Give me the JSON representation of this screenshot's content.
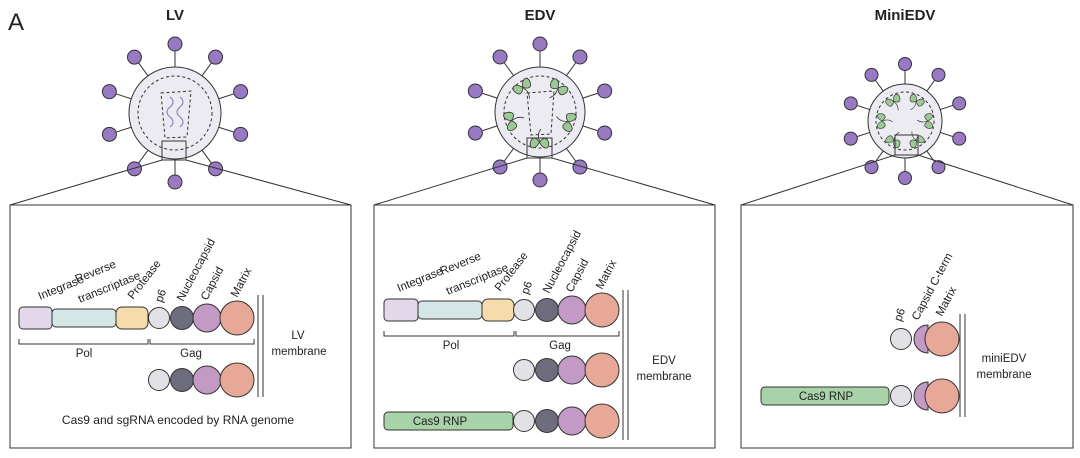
{
  "panel_letter": "A",
  "colors": {
    "integrase": "#e3d7ea",
    "rt": "#d5e6e6",
    "protease": "#f6dcaa",
    "p6": "#e2e2e6",
    "nucleocapsid": "#6d6d7e",
    "capsid": "#c39ac6",
    "matrix": "#e8a898",
    "cas9": "#a8d3a8",
    "envelope": "#9879c4",
    "virion": "#ecebf2",
    "rnp_leaf": "#9cc993"
  },
  "panels": [
    {
      "id": "lv",
      "title": "LV",
      "protein_labels": {
        "integrase": "Integrase",
        "rt_line1": "Reverse",
        "rt_line2": "transcriptase",
        "protease": "Protease",
        "p6": "p6",
        "nucleocapsid": "Nucleocapsid",
        "capsid": "Capsid",
        "matrix": "Matrix"
      },
      "pol_label": "Pol",
      "gag_label": "Gag",
      "membrane_line1": "LV",
      "membrane_line2": "membrane",
      "caption": "Cas9 and sgRNA encoded by RNA genome"
    },
    {
      "id": "edv",
      "title": "EDV",
      "protein_labels": {
        "integrase": "Integrase",
        "rt_line1": "Reverse",
        "rt_line2": "transcriptase",
        "protease": "Protease",
        "p6": "p6",
        "nucleocapsid": "Nucleocapsid",
        "capsid": "Capsid",
        "matrix": "Matrix"
      },
      "pol_label": "Pol",
      "gag_label": "Gag",
      "membrane_line1": "EDV",
      "membrane_line2": "membrane",
      "cargo_label": "Cas9 RNP"
    },
    {
      "id": "miniedv",
      "title": "MiniEDV",
      "protein_labels": {
        "p6": "p6",
        "capsid_cterm": "Capsid C-term",
        "matrix": "Matrix"
      },
      "membrane_line1": "miniEDV",
      "membrane_line2": "membrane",
      "cargo_label": "Cas9 RNP"
    }
  ]
}
